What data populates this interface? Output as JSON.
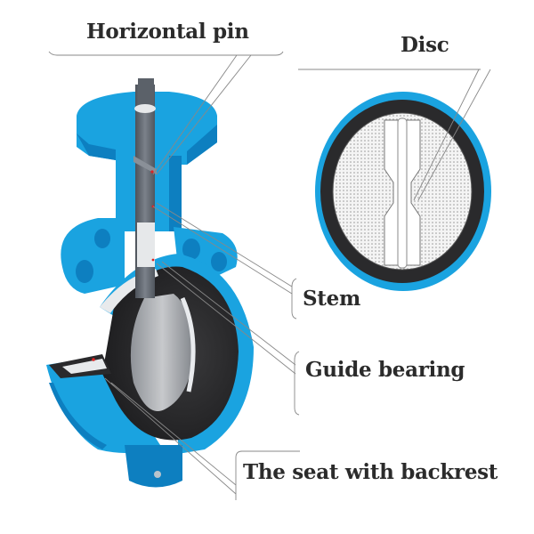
{
  "labels": {
    "horizontal_pin": "Horizontal pin",
    "disc": "Disc",
    "stem": "Stem",
    "guide_bearing": "Guide bearing",
    "seat": "The seat with backrest"
  },
  "colors": {
    "body_blue": "#1aa3e0",
    "body_shadow": "#0d7fc0",
    "seat_black": "#2a2a2c",
    "stem_gray": "#6d737b",
    "label_text": "#2b2b2b",
    "leader_line": "#888888"
  }
}
